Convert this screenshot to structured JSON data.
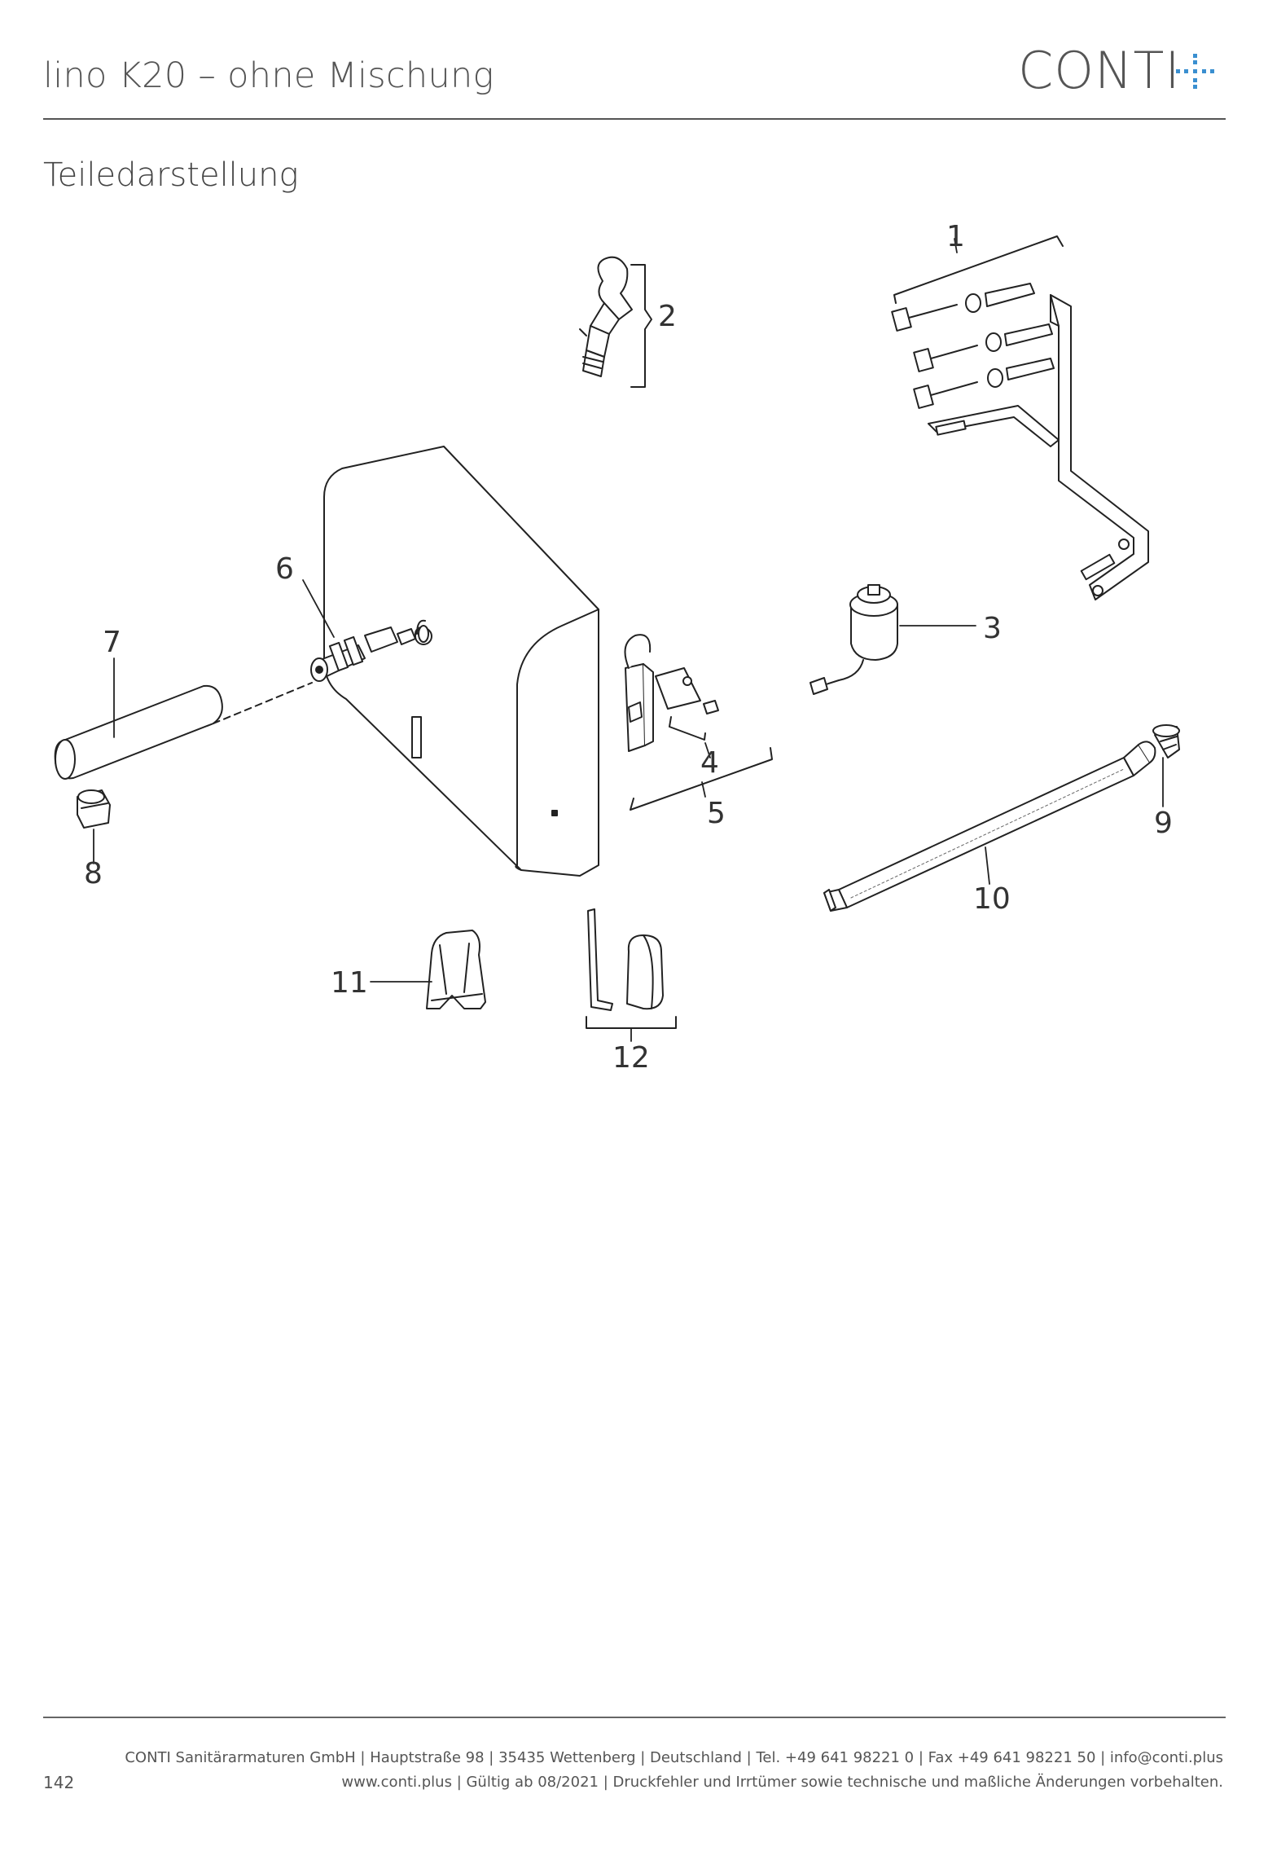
{
  "header": {
    "title": "lino K20 – ohne Mischung",
    "logo_text": "CONTI",
    "logo_accent_color": "#3a8fd0"
  },
  "section_title": "Teiledarstellung",
  "callouts": [
    "1",
    "2",
    "3",
    "4",
    "5",
    "6",
    "7",
    "8",
    "9",
    "10",
    "11",
    "12"
  ],
  "footer": {
    "line1": "CONTI Sanitärarmaturen GmbH | Hauptstraße 98 | 35435 Wettenberg | Deutschland | Tel. +49 641 98221 0 | Fax +49 641 98221 50 | info@conti.plus",
    "line2": "www.conti.plus | Gültig ab 08/2021 | Druckfehler und Irrtümer sowie technische und maßliche Änderungen vorbehalten.",
    "page_number": "142"
  }
}
